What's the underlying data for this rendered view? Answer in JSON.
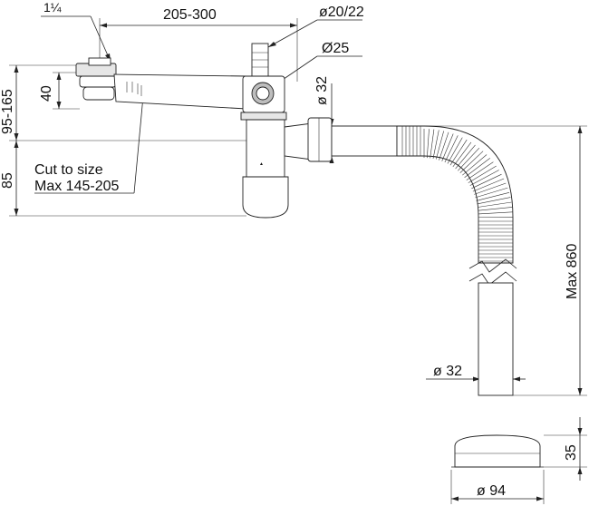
{
  "labels": {
    "thread_size": "1¼",
    "outlet_length": "205-300",
    "overflow_diameter": "ø20/22",
    "appliance_diameter": "Ø25",
    "outlet_diameter_top": "ø 32",
    "height_range": "95-165",
    "offset_40": "40",
    "height_85": "85",
    "cut_note_line1": "Cut to size",
    "cut_note_line2": "Max 145-205",
    "max_length": "Max 860",
    "pipe_diameter": "ø 32",
    "cap_height": "35",
    "cap_diameter": "ø 94"
  }
}
